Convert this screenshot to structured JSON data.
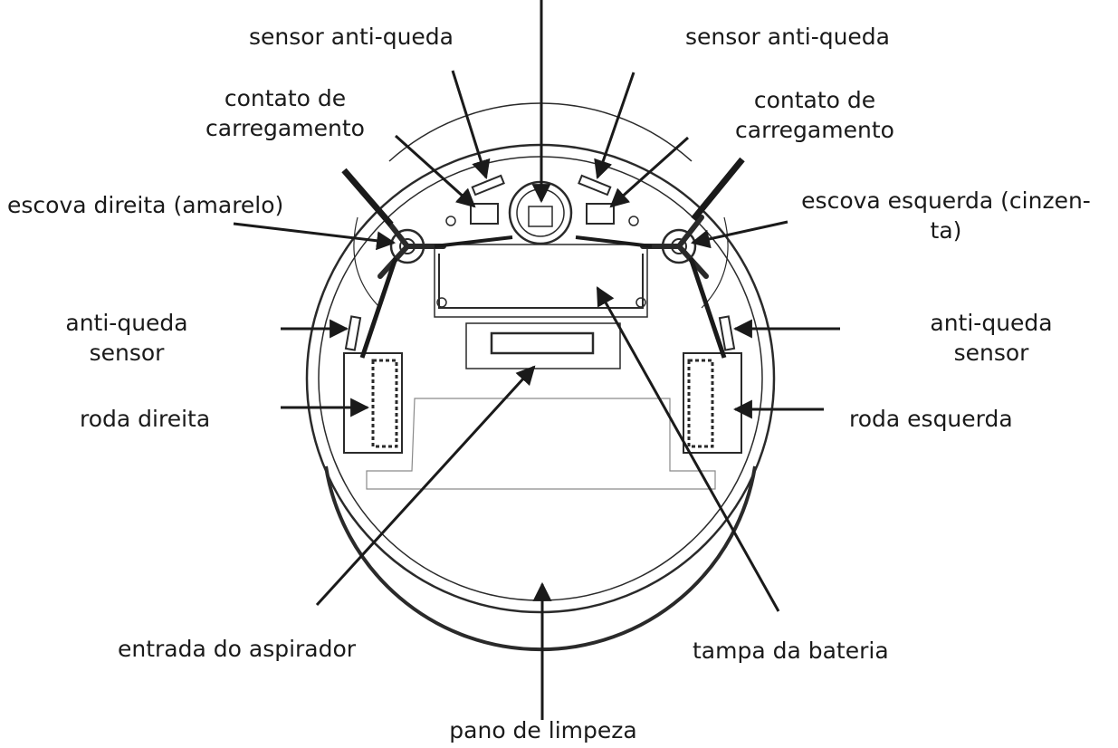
{
  "labels": {
    "sensor_left": "sensor anti-queda",
    "sensor_right": "sensor anti-queda",
    "contact_left_1": "contato de",
    "contact_left_2": "carregamento",
    "contact_right_1": "contato de",
    "contact_right_2": "carregamento",
    "brush_right": "escova direita (amarelo)",
    "brush_left_1": "escova esquerda (cinzen-",
    "brush_left_2": "ta)",
    "side_sensor_left_1": "anti-queda",
    "side_sensor_left_2": "sensor",
    "side_sensor_right_1": "anti-queda",
    "side_sensor_right_2": "sensor",
    "wheel_right": "roda direita",
    "wheel_left": "roda esquerda",
    "vacuum_inlet": "entrada do aspirador",
    "battery_cover": "tampa da bateria",
    "cleaning_cloth": "pano de limpeza"
  },
  "colors": {
    "line": "#2a2a2a",
    "light": "#8a8a8a",
    "text": "#1a1a1a"
  }
}
